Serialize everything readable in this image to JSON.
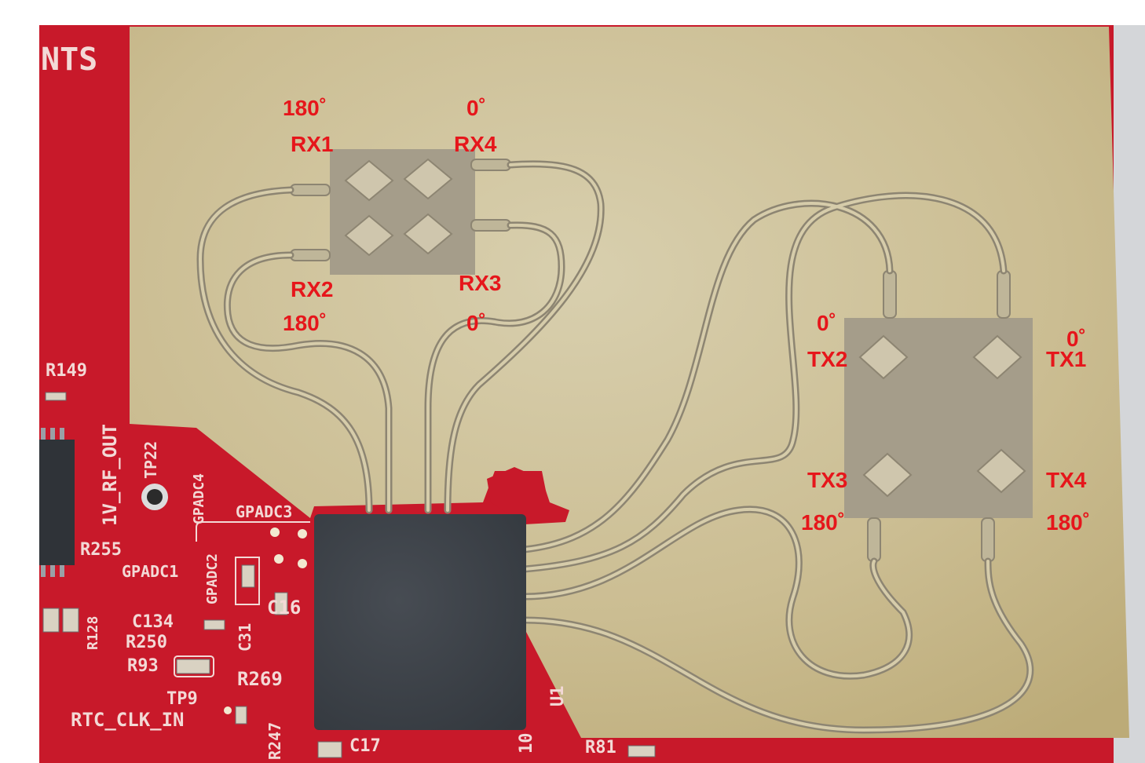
{
  "annotations": {
    "rx1_phase": "180˚",
    "rx1_label": "RX1",
    "rx4_phase": "0˚",
    "rx4_label": "RX4",
    "rx2_label": "RX2",
    "rx2_phase": "180˚",
    "rx3_label": "RX3",
    "rx3_phase": "0˚",
    "tx2_phase": "0˚",
    "tx2_label": "TX2",
    "tx1_phase": "0˚",
    "tx1_label": "TX1",
    "tx3_label": "TX3",
    "tx3_phase": "180˚",
    "tx4_label": "TX4",
    "tx4_phase": "180˚"
  },
  "silkscreen": {
    "nts": "NTS",
    "r149": "R149",
    "rf_out": "1V_RF_OUT",
    "tp22": "TP22",
    "gpadc4": "GPADC4",
    "gpadc3": "GPADC3",
    "gpadc2": "GPADC2",
    "gpadc1": "GPADC1",
    "r255": "R255",
    "r128": "R128",
    "c134": "C134",
    "r250": "R250",
    "r93": "R93",
    "c31": "C31",
    "c16": "C16",
    "r269": "R269",
    "tp9": "TP9",
    "rtc_clk_in": "RTC_CLK_IN",
    "r247": "R247",
    "c17": "C17",
    "u1": "U1",
    "r81": "R81",
    "d10": "10"
  },
  "colors": {
    "pcb_red": "#c8192a",
    "substrate": "#cdbf96",
    "trace": "#8d8572",
    "chip": "#3c4147",
    "annotation": "#e6161b"
  }
}
